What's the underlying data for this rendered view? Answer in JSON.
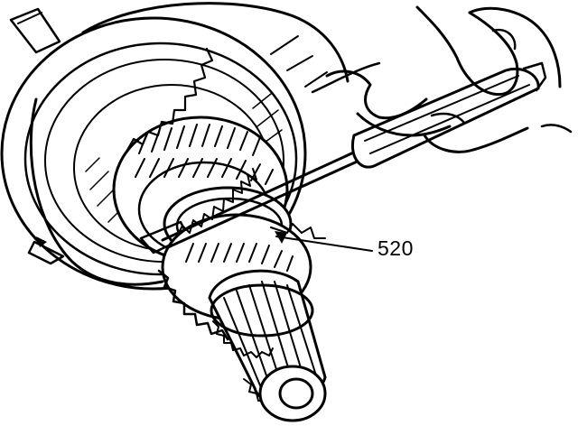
{
  "diagram": {
    "callouts": [
      {
        "label": "520"
      }
    ],
    "colors": {
      "ink": "#000000",
      "paper": "#ffffff"
    },
    "parts": [
      "housing",
      "gear-cluster",
      "snap-ring",
      "output-shaft",
      "screwdriver",
      "hand"
    ]
  }
}
